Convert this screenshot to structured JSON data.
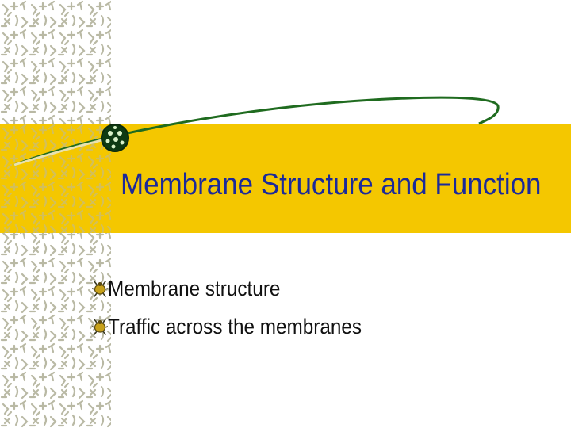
{
  "slide": {
    "title": "Membrane Structure and Function",
    "bullets": [
      {
        "text": "Membrane structure",
        "icon": "bug-bullet-icon"
      },
      {
        "text": "Traffic across the membranes",
        "icon": "bug-bullet-icon"
      }
    ]
  },
  "colors": {
    "title_band": "#f4c700",
    "title_text": "#1b2a9a",
    "swoosh": "#1f6b1f",
    "pattern": "#b9b9a4"
  }
}
